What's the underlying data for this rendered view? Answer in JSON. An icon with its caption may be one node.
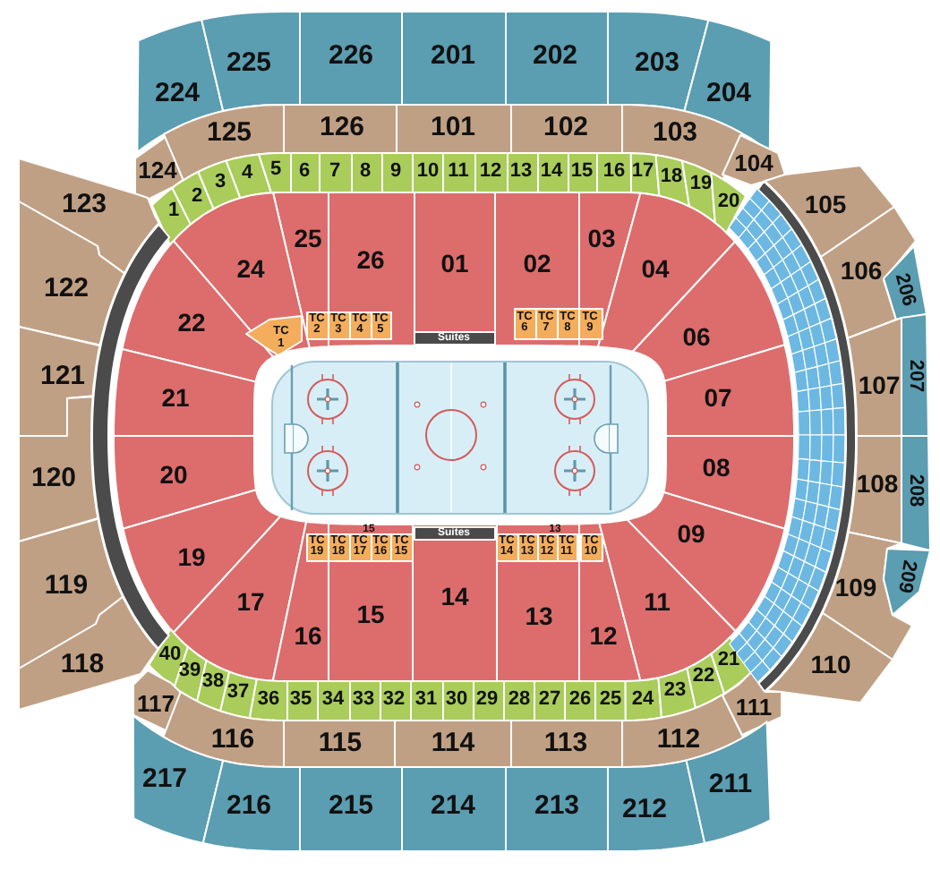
{
  "diagram": {
    "nodes": [
      {
        "text": [
          "224"
        ]
      },
      {
        "text": [
          "225"
        ]
      },
      {
        "text": [
          "226"
        ]
      },
      {
        "text": [
          "201"
        ]
      },
      {
        "text": [
          "202"
        ]
      },
      {
        "text": [
          "203"
        ]
      },
      {
        "text": [
          "204"
        ]
      },
      {
        "text": [
          "124"
        ]
      },
      {
        "text": [
          "125"
        ]
      },
      {
        "text": [
          "126"
        ]
      },
      {
        "text": [
          "101"
        ]
      },
      {
        "text": [
          "102"
        ]
      },
      {
        "text": [
          "103"
        ]
      },
      {
        "text": [
          "104"
        ]
      },
      {
        "text": [
          "123"
        ]
      },
      {
        "text": [
          "105"
        ]
      },
      {
        "text": [
          "1"
        ]
      },
      {
        "text": [
          "2"
        ]
      },
      {
        "text": [
          "3"
        ]
      },
      {
        "text": [
          "4"
        ]
      },
      {
        "text": [
          "5"
        ]
      },
      {
        "text": [
          "6"
        ]
      },
      {
        "text": [
          "7"
        ]
      },
      {
        "text": [
          "8"
        ]
      },
      {
        "text": [
          "9"
        ]
      },
      {
        "text": [
          "10"
        ]
      },
      {
        "text": [
          "11"
        ]
      },
      {
        "text": [
          "12"
        ]
      },
      {
        "text": [
          "13"
        ]
      },
      {
        "text": [
          "14"
        ]
      },
      {
        "text": [
          "15"
        ]
      },
      {
        "text": [
          "16"
        ]
      },
      {
        "text": [
          "17"
        ]
      },
      {
        "text": [
          "18"
        ]
      },
      {
        "text": [
          "19"
        ]
      },
      {
        "text": [
          "20"
        ]
      },
      {
        "text": [
          "122"
        ]
      },
      {
        "text": [
          "106"
        ]
      },
      {
        "text": [
          "206"
        ]
      },
      {
        "text": [
          "25"
        ]
      },
      {
        "text": [
          "26"
        ]
      },
      {
        "text": [
          "01"
        ]
      },
      {
        "text": [
          "02"
        ]
      },
      {
        "text": [
          "03"
        ]
      },
      {
        "text": [
          "24"
        ]
      },
      {
        "text": [
          "04"
        ]
      },
      {
        "text": [
          "TC 1"
        ],
        "in": 44
      },
      {
        "text": [
          "TC 2"
        ],
        "in": 39
      },
      {
        "text": [
          "TC 3"
        ],
        "in": 40
      },
      {
        "text": [
          "TC 4"
        ],
        "in": 40
      },
      {
        "text": [
          "TC 5"
        ],
        "in": 40
      },
      {
        "text": [
          "Suites"
        ],
        "in": 41
      },
      {
        "text": [
          "TC 6"
        ],
        "in": 42
      },
      {
        "text": [
          "TC 7"
        ],
        "in": 42
      },
      {
        "text": [
          "TC 8"
        ],
        "in": 42
      },
      {
        "text": [
          "TC 9"
        ],
        "in": 43
      },
      {
        "text": [
          "22"
        ]
      },
      {
        "text": [
          "06"
        ]
      },
      {
        "text": [
          "121"
        ]
      },
      {
        "text": [
          "107"
        ]
      },
      {
        "text": [
          "207"
        ]
      },
      {
        "text": [
          "21"
        ]
      },
      {
        "text": [
          "07"
        ]
      },
      {
        "text": [
          "120"
        ]
      },
      {
        "text": [
          "20"
        ]
      },
      {
        "text": [
          "08"
        ]
      },
      {
        "text": [
          "108"
        ]
      },
      {
        "text": [
          "208"
        ]
      },
      {
        "text": [
          "119"
        ]
      },
      {
        "text": [
          "19"
        ]
      },
      {
        "text": [
          "09"
        ]
      },
      {
        "text": [
          "109"
        ]
      },
      {
        "text": [
          "209"
        ]
      },
      {
        "text": [
          "17"
        ]
      },
      {
        "text": [
          "16"
        ]
      },
      {
        "text": [
          "15"
        ]
      },
      {
        "text": [
          "14"
        ]
      },
      {
        "text": [
          "13"
        ]
      },
      {
        "text": [
          "12"
        ]
      },
      {
        "text": [
          "11"
        ]
      },
      {
        "text": [
          "TC 19"
        ],
        "in": 74
      },
      {
        "text": [
          "TC 18"
        ],
        "in": 75
      },
      {
        "text": [
          "TC 17"
        ],
        "in": 75
      },
      {
        "text": [
          "TC 16"
        ],
        "in": 75
      },
      {
        "text": [
          "TC 15"
        ],
        "in": 75
      },
      {
        "text": [
          "Suites"
        ],
        "in": 76
      },
      {
        "text": [
          "TC 14"
        ],
        "in": 77
      },
      {
        "text": [
          "TC 13"
        ],
        "in": 77
      },
      {
        "text": [
          "TC 12"
        ],
        "in": 77
      },
      {
        "text": [
          "TC 11"
        ],
        "in": 77
      },
      {
        "text": [
          "TC 10"
        ],
        "in": 78
      },
      {
        "text": [
          "118"
        ]
      },
      {
        "text": [
          "110"
        ]
      },
      {
        "text": [
          "40"
        ]
      },
      {
        "text": [
          "39"
        ]
      },
      {
        "text": [
          "38"
        ]
      },
      {
        "text": [
          "37"
        ]
      },
      {
        "text": [
          "36"
        ]
      },
      {
        "text": [
          "35"
        ]
      },
      {
        "text": [
          "34"
        ]
      },
      {
        "text": [
          "33"
        ]
      },
      {
        "text": [
          "32"
        ]
      },
      {
        "text": [
          "31"
        ]
      },
      {
        "text": [
          "30"
        ]
      },
      {
        "text": [
          "29"
        ]
      },
      {
        "text": [
          "28"
        ]
      },
      {
        "text": [
          "27"
        ]
      },
      {
        "text": [
          "26"
        ]
      },
      {
        "text": [
          "25"
        ]
      },
      {
        "text": [
          "24"
        ]
      },
      {
        "text": [
          "23"
        ]
      },
      {
        "text": [
          "22"
        ]
      },
      {
        "text": [
          "21"
        ]
      },
      {
        "text": [
          "117"
        ]
      },
      {
        "text": [
          "116"
        ]
      },
      {
        "text": [
          "115"
        ]
      },
      {
        "text": [
          "114"
        ]
      },
      {
        "text": [
          "113"
        ]
      },
      {
        "text": [
          "112"
        ]
      },
      {
        "text": [
          "111"
        ]
      },
      {
        "text": [
          "217"
        ]
      },
      {
        "text": [
          "216"
        ]
      },
      {
        "text": [
          "215"
        ]
      },
      {
        "text": [
          "214"
        ]
      },
      {
        "text": [
          "213"
        ]
      },
      {
        "text": [
          "212"
        ]
      },
      {
        "text": [
          "211"
        ]
      },
      {
        "text": [],
        "shape": "bar"
      },
      {
        "text": [],
        "shape": "bar"
      }
    ],
    "labels": [
      "15",
      "13"
    ]
  }
}
